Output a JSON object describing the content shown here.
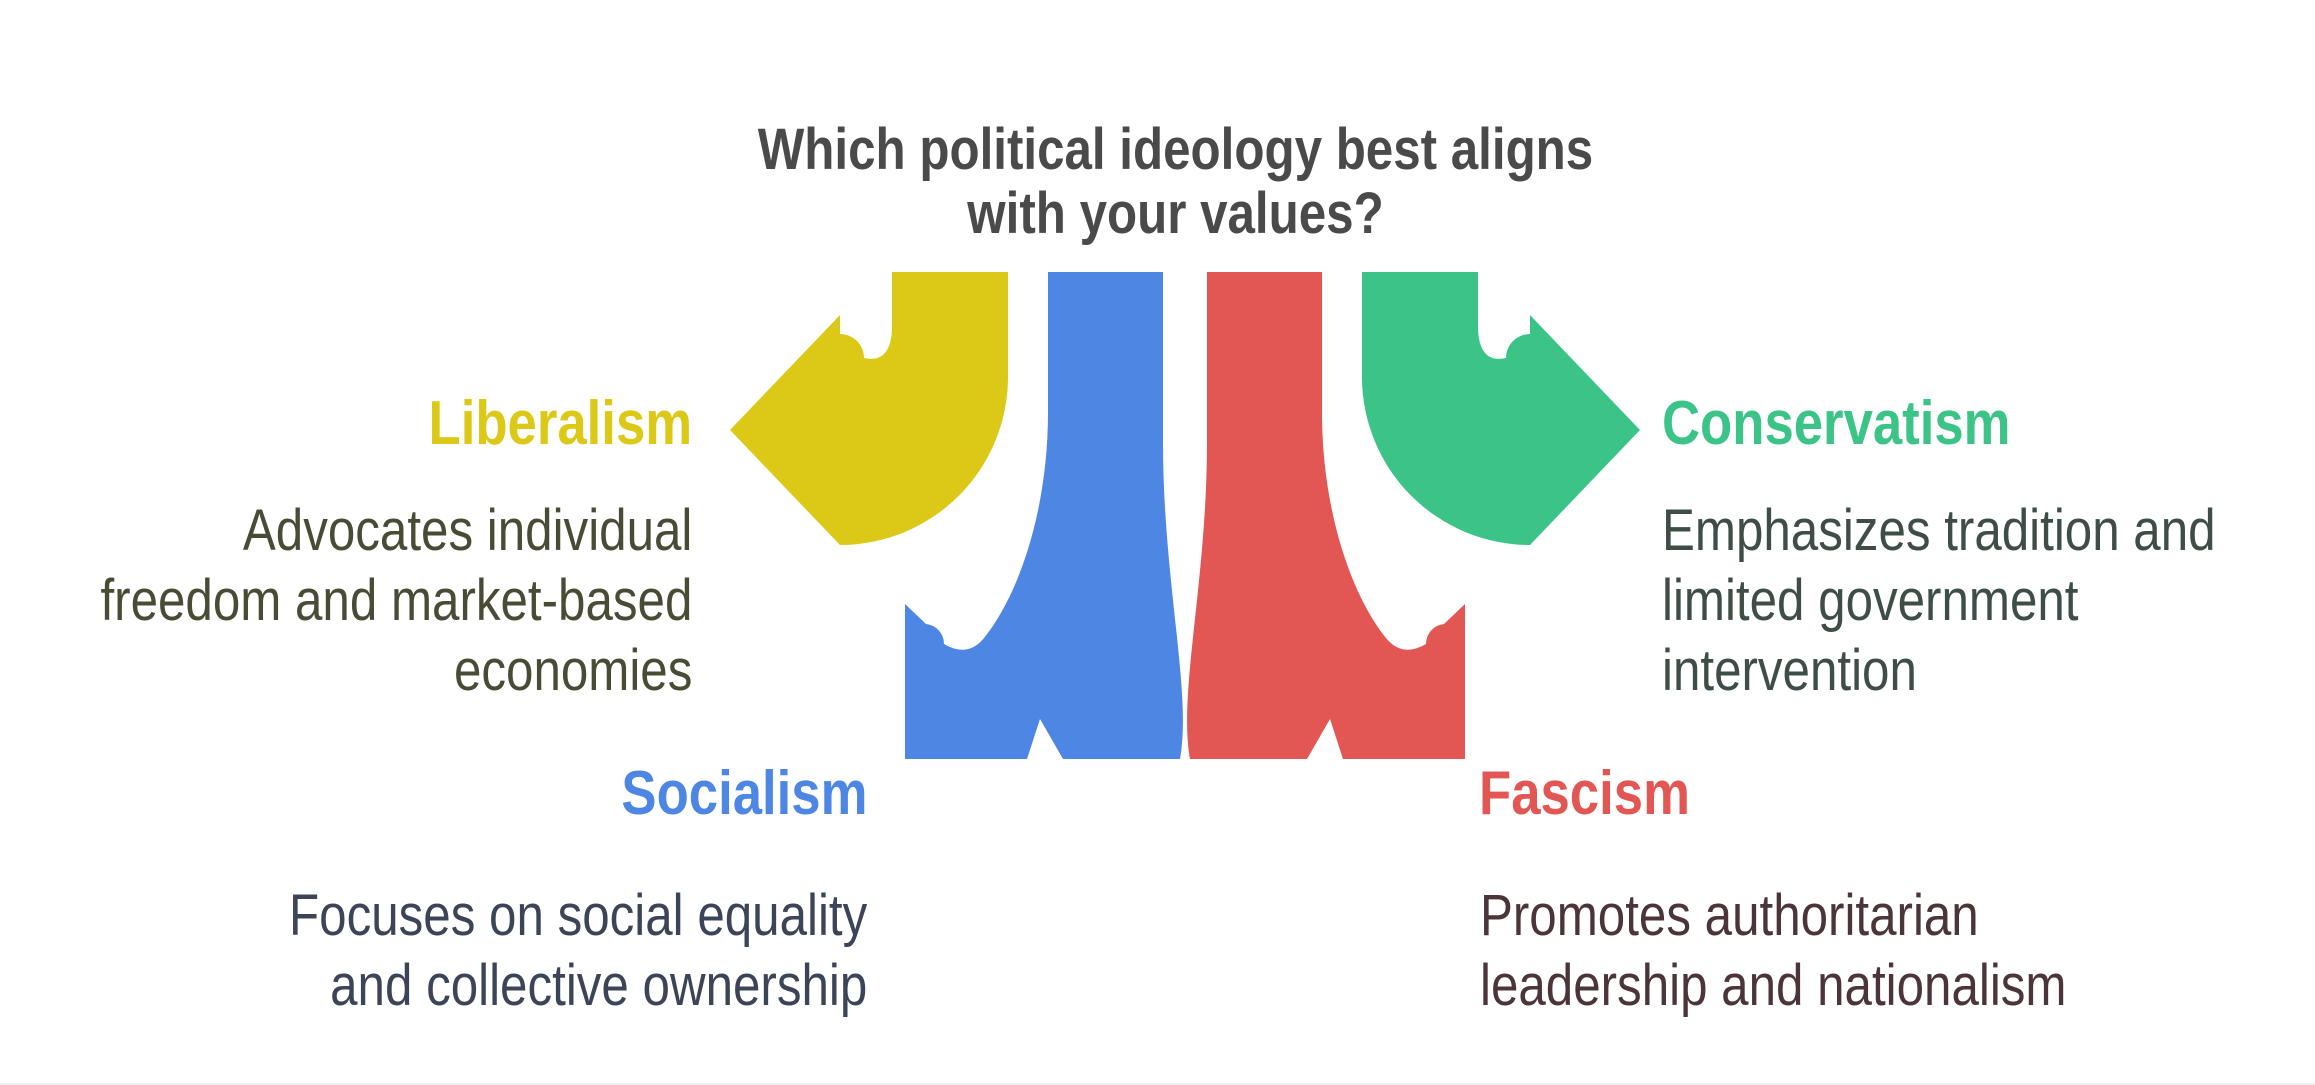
{
  "title": {
    "line1": "Which political ideology best aligns",
    "line2": "with your values?"
  },
  "ideologies": [
    {
      "name": "Liberalism",
      "color": "#DCC917",
      "desc_color": "#4A4B35",
      "arrow_direction": "left",
      "lines": [
        "Advocates individual",
        "freedom and market-based",
        "economies"
      ]
    },
    {
      "name": "Socialism",
      "color": "#4E86E4",
      "desc_color": "#3C4557",
      "arrow_direction": "down-left",
      "lines": [
        "Focuses on social equality",
        "and collective ownership"
      ]
    },
    {
      "name": "Fascism",
      "color": "#E25653",
      "desc_color": "#4C3538",
      "arrow_direction": "down-right",
      "lines": [
        "Promotes authoritarian",
        "leadership and nationalism"
      ]
    },
    {
      "name": "Conservatism",
      "color": "#3CC488",
      "desc_color": "#3E4D45",
      "arrow_direction": "right",
      "lines": [
        "Emphasizes tradition and",
        "limited government",
        "intervention"
      ]
    }
  ],
  "colors": {
    "title_text": "#4A4A4A",
    "background": "#FFFFFF"
  }
}
